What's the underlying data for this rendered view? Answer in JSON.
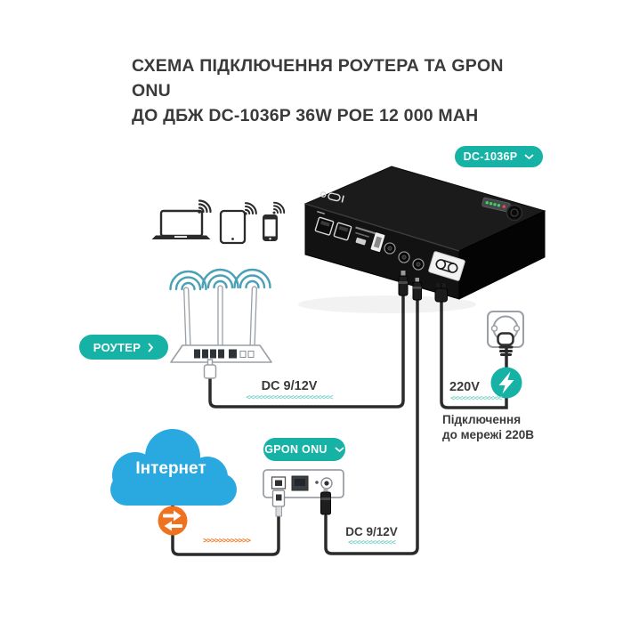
{
  "title": {
    "line1": "СХЕМА ПІДКЛЮЧЕННЯ РОУТЕРА ТА GPON ONU",
    "line2": "ДО ДБЖ DC-1036P 36W POE 12 000 МАН"
  },
  "badges": {
    "ups": {
      "label": "DC-1036P"
    },
    "router": {
      "label": "РОУТЕР"
    },
    "onu": {
      "label": "GPON ONU"
    }
  },
  "cloud": {
    "label": "Інтернет"
  },
  "cables": {
    "router_dc": {
      "label": "DC 9/12V",
      "flow": "<<<<<<<<<<<<<<<<<<<<<<"
    },
    "onu_dc": {
      "label": "DC 9/12V",
      "flow": "<<<<<<<<<<<<"
    },
    "mains": {
      "label": "220V",
      "flow": "<<<<<<<<<<<<<",
      "note_line1": "Підключення",
      "note_line2": "до мережі 220В"
    },
    "internet": {
      "flow": ">>>>>>>>>>>>"
    }
  },
  "colors": {
    "teal": "#15b2a5",
    "teal_light": "#7ed3cb",
    "orange": "#ef7220",
    "cloud_blue": "#2aa9e0",
    "wifi_arc": "#4aa0b6",
    "text": "#3a3a3a",
    "cable": "#2b2b2b"
  },
  "icons": {
    "chevron-down-icon": "v-shape",
    "chevron-right-icon": "angle-right",
    "wifi-icon": "signal-arcs",
    "lightning-icon": "bolt-in-circle",
    "data-exchange-icon": "double-arrows-in-circle",
    "power-socket-icon": "schuko-outlet"
  }
}
